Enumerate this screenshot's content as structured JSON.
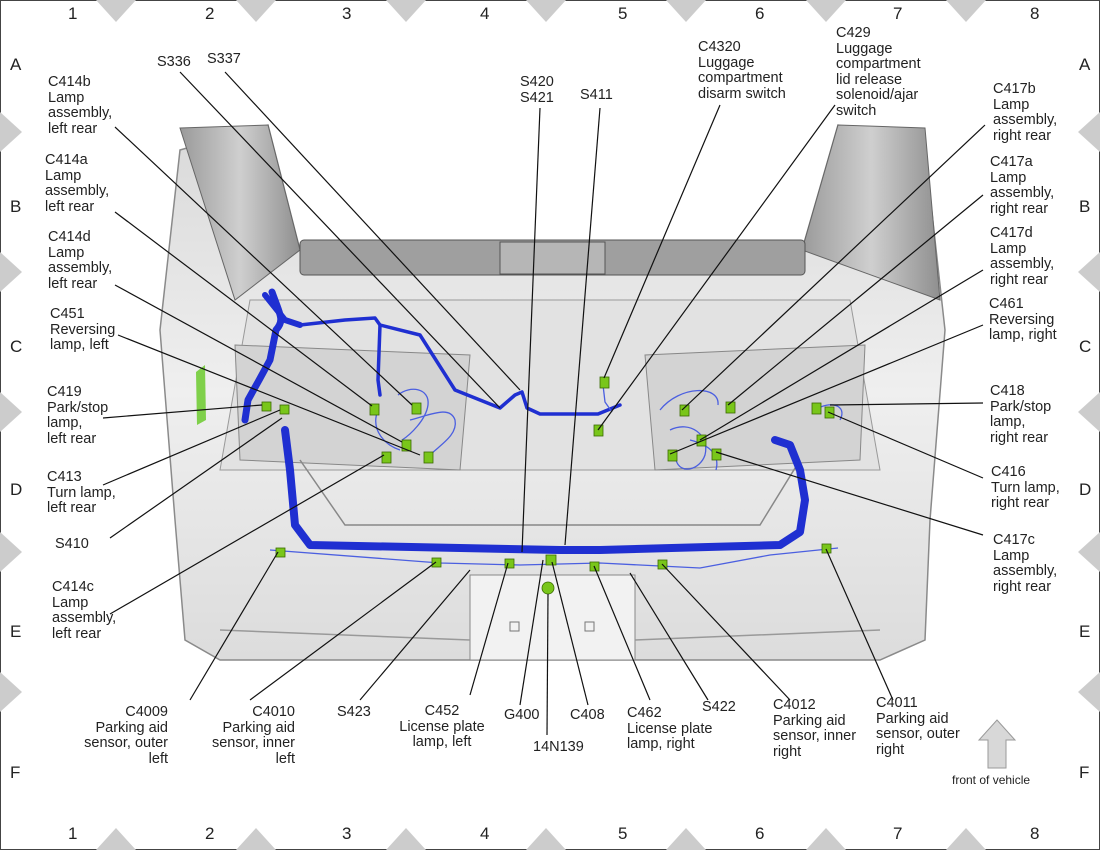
{
  "grid": {
    "columns": [
      "1",
      "2",
      "3",
      "4",
      "5",
      "6",
      "7",
      "8"
    ],
    "rows": [
      "A",
      "B",
      "C",
      "D",
      "E",
      "F"
    ]
  },
  "labels": {
    "c414b": "C414b\nLamp\nassembly,\nleft rear",
    "c414a": "C414a\nLamp\nassembly,\nleft rear",
    "c414d": "C414d\nLamp\nassembly,\nleft rear",
    "c451": "C451\nReversing\nlamp, left",
    "c419": "C419\nPark/stop\nlamp,\nleft rear",
    "c413": "C413\nTurn lamp,\nleft rear",
    "s410": "S410",
    "c414c": "C414c\nLamp\nassembly,\nleft rear",
    "s336": "S336",
    "s337": "S337",
    "s420_s421": "S420\nS421",
    "s411": "S411",
    "c4320": "C4320\nLuggage\ncompartment\ndisarm switch",
    "c429": "C429\nLuggage\ncompartment\nlid release\nsolenoid/ajar\nswitch",
    "c417b": "C417b\nLamp\nassembly,\nright rear",
    "c417a": "C417a\nLamp\nassembly,\nright rear",
    "c417d": "C417d\nLamp\nassembly,\nright rear",
    "c461": "C461\nReversing\nlamp, right",
    "c418": "C418\nPark/stop\nlamp,\nright rear",
    "c416": "C416\nTurn lamp,\nright rear",
    "c417c": "C417c\nLamp\nassembly,\nright rear",
    "c4009": "C4009\nParking aid\nsensor, outer\nleft",
    "c4010": "C4010\nParking aid\nsensor, inner\nleft",
    "s423": "S423",
    "c452": "C452\nLicense plate\nlamp, left",
    "g400": "G400",
    "n14n139": "14N139",
    "c408": "C408",
    "c462": "C462\nLicense plate\nlamp, right",
    "s422": "S422",
    "c4012": "C4012\nParking aid\nsensor, inner\nright",
    "c4011": "C4011\nParking aid\nsensor, outer\nright"
  },
  "front_note": "front of vehicle",
  "colors": {
    "harness": "#1f2fd1",
    "harness_thin": "#4b5fe0",
    "connector": "#79c61a",
    "leader": "#111111",
    "car_body": "#e6e6e6",
    "grid_marker": "#c8c8c8"
  }
}
